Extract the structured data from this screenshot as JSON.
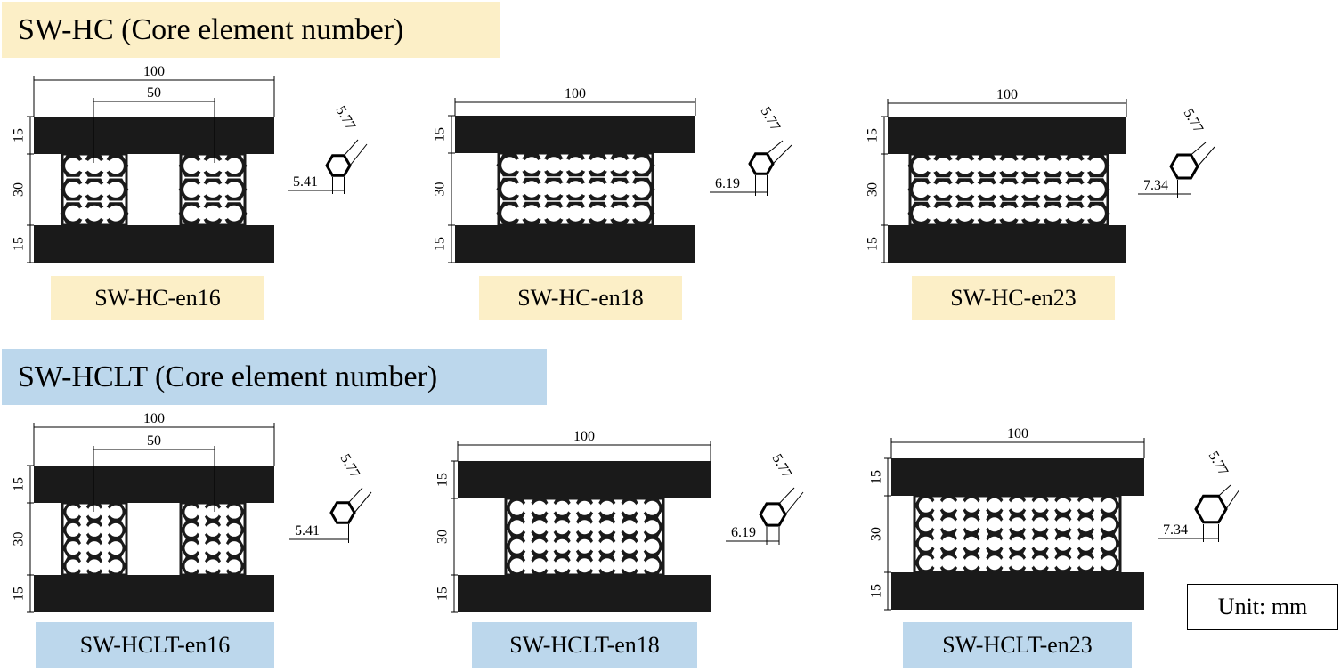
{
  "sections": {
    "hc": {
      "title": "SW-HC (Core element number)"
    },
    "hclt": {
      "title": "SW-HCLT (Core element number)"
    }
  },
  "specimens": [
    {
      "label": "SW-HC-en16",
      "group": "hc",
      "core": "two-blocks",
      "width_dim": "100",
      "gap_dim": "50",
      "face_dim_top": "15",
      "core_dim": "30",
      "face_dim_bottom": "15",
      "hex_side_dim": "5.77",
      "hex_width_dim": "5.41"
    },
    {
      "label": "SW-HC-en18",
      "group": "hc",
      "core": "single-block",
      "width_dim": "100",
      "face_dim_top": "15",
      "core_dim": "30",
      "face_dim_bottom": "15",
      "hex_side_dim": "5.77",
      "hex_width_dim": "6.19"
    },
    {
      "label": "SW-HC-en23",
      "group": "hc",
      "core": "single-block",
      "width_dim": "100",
      "face_dim_top": "15",
      "core_dim": "30",
      "face_dim_bottom": "15",
      "hex_side_dim": "5.77",
      "hex_width_dim": "7.34"
    },
    {
      "label": "SW-HCLT-en16",
      "group": "hclt",
      "core": "two-blocks",
      "width_dim": "100",
      "gap_dim": "50",
      "face_dim_top": "15",
      "core_dim": "30",
      "face_dim_bottom": "15",
      "hex_side_dim": "5.77",
      "hex_width_dim": "5.41"
    },
    {
      "label": "SW-HCLT-en18",
      "group": "hclt",
      "core": "single-block",
      "width_dim": "100",
      "face_dim_top": "15",
      "core_dim": "30",
      "face_dim_bottom": "15",
      "hex_side_dim": "5.77",
      "hex_width_dim": "6.19"
    },
    {
      "label": "SW-HCLT-en23",
      "group": "hclt",
      "core": "single-block",
      "width_dim": "100",
      "face_dim_top": "15",
      "core_dim": "30",
      "face_dim_bottom": "15",
      "hex_side_dim": "5.77",
      "hex_width_dim": "7.34"
    }
  ],
  "unit_note": "Unit: mm",
  "colors": {
    "hc_accent": "#fcefc7",
    "hclt_accent": "#bcd7ec",
    "material": "#1a1a1a"
  }
}
